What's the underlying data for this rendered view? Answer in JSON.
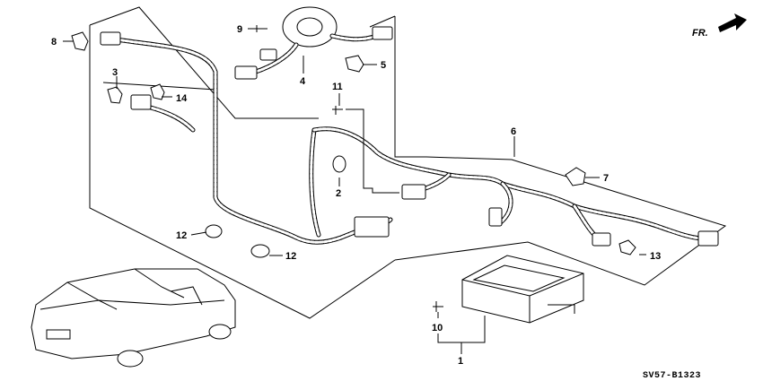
{
  "diagram": {
    "direction_label": "FR.",
    "drawing_code": "SV57-B1323",
    "callouts": {
      "c1": "1",
      "c2": "2",
      "c3": "3",
      "c4": "4",
      "c5": "5",
      "c6": "6",
      "c7": "7",
      "c8": "8",
      "c9": "9",
      "c10": "10",
      "c11": "11",
      "c12a": "12",
      "c12b": "12",
      "c13": "13",
      "c14": "14"
    }
  }
}
